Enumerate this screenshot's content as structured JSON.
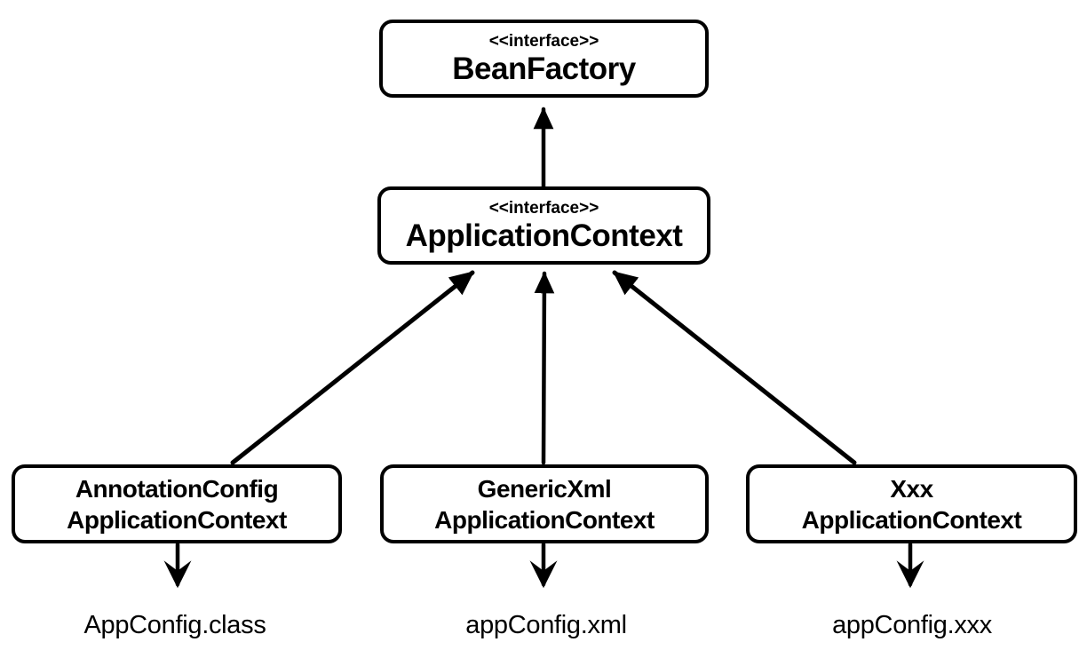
{
  "diagram": {
    "nodes": {
      "bean_factory": {
        "stereotype": "<<interface>>",
        "name": "BeanFactory"
      },
      "application_context": {
        "stereotype": "<<interface>>",
        "name": "ApplicationContext"
      },
      "annotation_config_application_context": {
        "name_line1": "AnnotationConfig",
        "name_line2": "ApplicationContext"
      },
      "generic_xml_application_context": {
        "name_line1": "GenericXml",
        "name_line2": "ApplicationContext"
      },
      "xxx_application_context": {
        "name_line1": "Xxx",
        "name_line2": "ApplicationContext"
      }
    },
    "file_labels": {
      "annotation_config": "AppConfig.class",
      "generic_xml": "appConfig.xml",
      "xxx": "appConfig.xxx"
    },
    "edges": [
      {
        "from": "ApplicationContext",
        "to": "BeanFactory",
        "arrowhead": "filled-triangle",
        "direction": "up"
      },
      {
        "from": "AnnotationConfigApplicationContext",
        "to": "ApplicationContext",
        "arrowhead": "filled-triangle",
        "direction": "up"
      },
      {
        "from": "GenericXmlApplicationContext",
        "to": "ApplicationContext",
        "arrowhead": "filled-triangle",
        "direction": "up"
      },
      {
        "from": "XxxApplicationContext",
        "to": "ApplicationContext",
        "arrowhead": "filled-triangle",
        "direction": "up"
      },
      {
        "from": "AnnotationConfigApplicationContext",
        "to": "AppConfig.class",
        "arrowhead": "barbed",
        "direction": "down"
      },
      {
        "from": "GenericXmlApplicationContext",
        "to": "appConfig.xml",
        "arrowhead": "barbed",
        "direction": "down"
      },
      {
        "from": "XxxApplicationContext",
        "to": "appConfig.xxx",
        "arrowhead": "barbed",
        "direction": "down"
      }
    ],
    "colors": {
      "stroke": "#000000",
      "fill": "#ffffff",
      "text": "#000000"
    }
  }
}
